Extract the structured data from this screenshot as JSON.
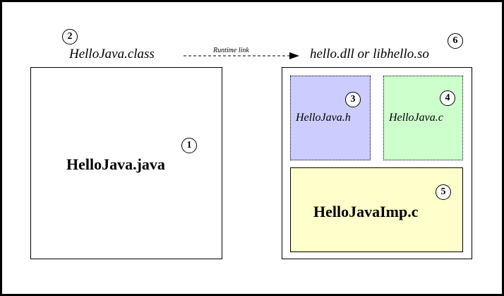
{
  "java_file": {
    "label": "HelloJava.java",
    "number": "1"
  },
  "class_file": {
    "label": "HelloJava.class",
    "number": "2"
  },
  "link": {
    "label": "Runtime link"
  },
  "library": {
    "label": "hello.dll or libhello.so",
    "number": "6"
  },
  "header_file": {
    "label": "HelloJava.h",
    "number": "3",
    "color": "#ccccff"
  },
  "c_file": {
    "label": "HelloJava.c",
    "number": "4",
    "color": "#ccffcc"
  },
  "impl_file": {
    "label": "HelloJavaImp.c",
    "number": "5",
    "color": "#ffffcc"
  }
}
